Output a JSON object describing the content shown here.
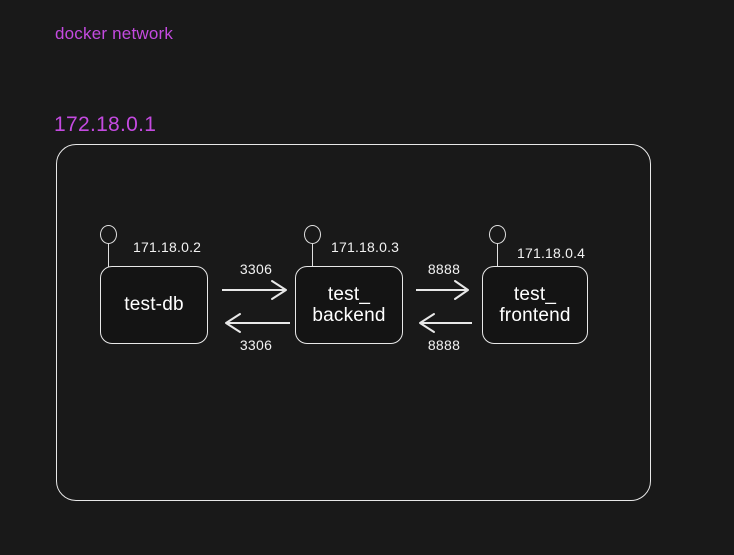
{
  "diagram": {
    "title": "docker network",
    "network_ip": "172.18.0.1",
    "accent_color": "#c44ae0",
    "line_color": "#e8e8e8",
    "background_color": "#191919",
    "text_color": "#ffffff",
    "nodes": [
      {
        "id": "test-db",
        "name": "test-db",
        "ip": "171.18.0.2"
      },
      {
        "id": "test-backend",
        "name": "test_\nbackend",
        "ip": "171.18.0.3"
      },
      {
        "id": "test-frontend",
        "name": "test_\nfrontend",
        "ip": "171.18.0.4"
      }
    ],
    "connections": [
      {
        "from": "test-db",
        "to": "test-backend",
        "direction": "right",
        "port": "3306"
      },
      {
        "from": "test-backend",
        "to": "test-db",
        "direction": "left",
        "port": "3306"
      },
      {
        "from": "test-backend",
        "to": "test-frontend",
        "direction": "right",
        "port": "8888"
      },
      {
        "from": "test-frontend",
        "to": "test-backend",
        "direction": "left",
        "port": "8888"
      }
    ]
  }
}
